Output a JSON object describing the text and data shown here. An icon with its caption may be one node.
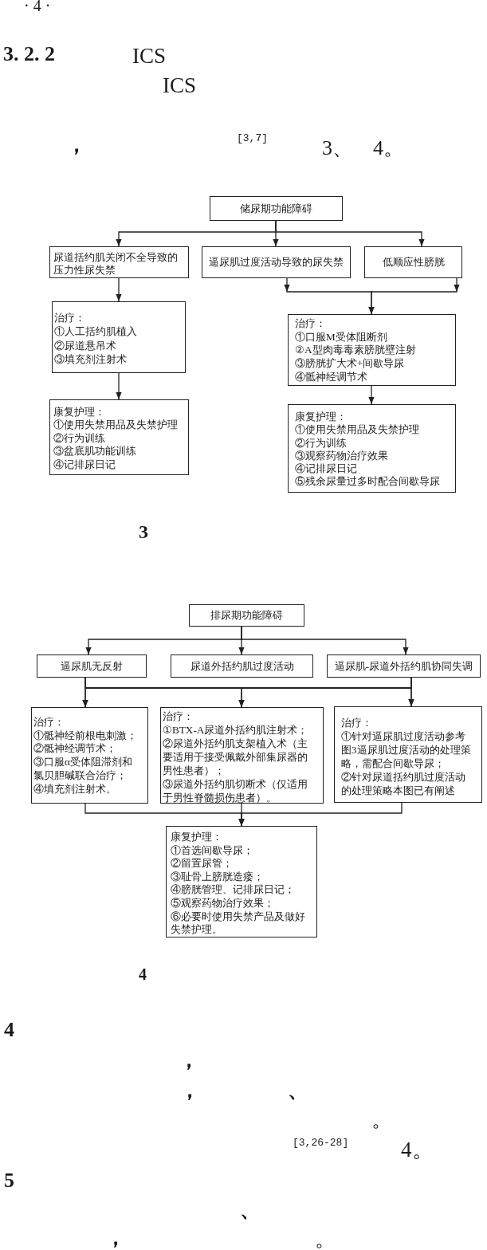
{
  "diagram": {
    "nodes": [
      {
        "text": [
          "储尿期功能障碍"
        ]
      },
      {
        "text": [
          "尿道括约肌关闭不全导致的压力性尿失禁"
        ]
      },
      {
        "text": [
          "逼尿肌过度活动导致的尿失禁"
        ]
      },
      {
        "text": [
          "低顺应性膀胱"
        ]
      },
      {
        "text": [
          "治疗：",
          "①人工括约肌植入",
          "②尿道悬吊术",
          "③填充剂注射术"
        ]
      },
      {
        "text": [
          "治疗：",
          "①口服M受体阻断剂",
          "②A型肉毒毒素膀胱壁注射",
          "③膀胱扩大术+间歇导尿",
          "④骶神经调节术"
        ]
      },
      {
        "text": [
          "康复护理：",
          "①使用失禁用品及失禁护理",
          "②行为训练",
          "③盆底肌功能训练",
          "④记排尿日记"
        ]
      },
      {
        "text": [
          "康复护理：",
          "①使用失禁用品及失禁护理",
          "②行为训练",
          "③观察药物治疗效果",
          "④记排尿日记",
          "⑤残余尿量过多时配合间歇导尿"
        ]
      },
      {
        "text": [
          "排尿期功能障碍"
        ]
      },
      {
        "text": [
          "逼尿肌无反射"
        ]
      },
      {
        "text": [
          "尿道外括约肌过度活动"
        ]
      },
      {
        "text": [
          "逼尿肌-尿道外括约肌协同失调"
        ]
      },
      {
        "text": [
          "治疗：",
          "①骶神经前根电刺激；",
          "②骶神经调节术；",
          "③口服α受体阻滞剂和氯贝胆碱联合治疗；",
          "④填充剂注射术。"
        ]
      },
      {
        "text": [
          "治疗：",
          "①BTX-A尿道外括约肌注射术；",
          "②尿道外括约肌支架植入术（主要适用于接受佩戴外部集尿器的男性患者）；",
          "③尿道外括约肌切断术（仅适用于男性脊髓损伤患者）。"
        ]
      },
      {
        "text": [
          "治疗：",
          "①针对逼尿肌过度活动参考图3逼尿肌过度活动的处理策略，需配合间歇导尿；",
          "②针对尿道括约肌过度活动的处理策略本图已有阐述"
        ]
      },
      {
        "text": [
          "康复护理：",
          "①首选间歇导尿；",
          "②留置尿管；",
          "③耻骨上膀胱造瘘；",
          "④膀胱管理、记排尿日记；",
          "⑤观察药物治疗效果；",
          "⑥必要时使用失禁产品及做好失禁护理。"
        ]
      }
    ],
    "edges": [
      {
        "from": 0,
        "to": 1,
        "arrow": "to"
      },
      {
        "from": 0,
        "to": 2,
        "arrow": "to"
      },
      {
        "from": 0,
        "to": 3,
        "arrow": "to"
      },
      {
        "from": 1,
        "to": 4,
        "arrow": "to"
      },
      {
        "from": 2,
        "to": 5,
        "arrow": "to"
      },
      {
        "from": 3,
        "to": 5,
        "arrow": "to"
      },
      {
        "from": 4,
        "to": 6,
        "arrow": "to"
      },
      {
        "from": 5,
        "to": 7,
        "arrow": "to"
      },
      {
        "from": 8,
        "to": 9,
        "arrow": "to"
      },
      {
        "from": 8,
        "to": 10,
        "arrow": "to"
      },
      {
        "from": 8,
        "to": 11,
        "arrow": "to"
      },
      {
        "from": 9,
        "to": 12,
        "arrow": "to"
      },
      {
        "from": 9,
        "to": 13,
        "arrow": "to"
      },
      {
        "from": 9,
        "to": 14,
        "arrow": "to"
      },
      {
        "from": 11,
        "to": 12,
        "arrow": "to"
      },
      {
        "from": 11,
        "to": 13,
        "arrow": "to"
      },
      {
        "from": 11,
        "to": 14,
        "arrow": "to"
      },
      {
        "from": 12,
        "to": 15,
        "arrow": "to"
      },
      {
        "from": 13,
        "to": 15,
        "arrow": "to"
      },
      {
        "from": 14,
        "to": 15,
        "arrow": "to"
      }
    ],
    "labels": [
      "· 4 ·",
      "3. 2. 2",
      "ICS",
      "ICS",
      "，",
      "[3,7]",
      "3、",
      "4。",
      "3",
      "4",
      "4",
      "，",
      "，",
      "、",
      "。",
      "[3,26-28]",
      "4。",
      "5",
      "、",
      "，",
      "。"
    ]
  }
}
